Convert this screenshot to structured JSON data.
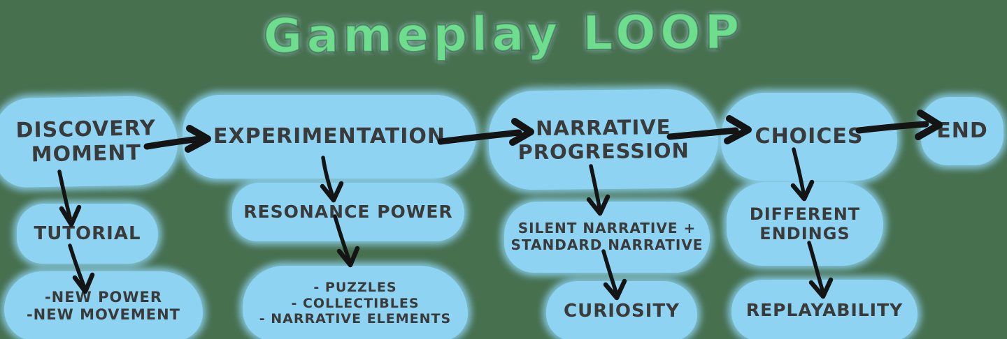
{
  "title": "Gameplay LOOP",
  "colors": {
    "background": "#47704F",
    "node_fill": "#8ED4F2",
    "node_text": "#3A3A3A",
    "title_fill": "#6EDE8E",
    "arrow": "#141414"
  },
  "nodes": {
    "discovery_moment": {
      "label": "DISCOVERY\nMOMENT"
    },
    "experimentation": {
      "label": "EXPERIMENTATION"
    },
    "narrative_progression": {
      "label": "NARRATIVE\nPROGRESSION"
    },
    "choices": {
      "label": "CHOICES"
    },
    "end": {
      "label": "END"
    },
    "tutorial": {
      "label": "TUTORIAL"
    },
    "new_power": {
      "label": "-NEW POWER\n-NEW MOVEMENT"
    },
    "resonance_power": {
      "label": "RESONANCE POWER"
    },
    "mechanics_list": {
      "label": "- PUZZLES\n- COLLECTIBLES\n- NARRATIVE ELEMENTS"
    },
    "narrative_types": {
      "label": "SILENT NARRATIVE +\nSTANDARD NARRATIVE"
    },
    "curiosity": {
      "label": "CURIOSITY"
    },
    "different_endings": {
      "label": "DIFFERENT\nENDINGS"
    },
    "replayability": {
      "label": "REPLAYABILITY"
    }
  },
  "edges": [
    {
      "from": "discovery_moment",
      "to": "experimentation"
    },
    {
      "from": "experimentation",
      "to": "narrative_progression"
    },
    {
      "from": "narrative_progression",
      "to": "choices"
    },
    {
      "from": "choices",
      "to": "end"
    },
    {
      "from": "discovery_moment",
      "to": "tutorial"
    },
    {
      "from": "tutorial",
      "to": "new_power"
    },
    {
      "from": "experimentation",
      "to": "resonance_power"
    },
    {
      "from": "resonance_power",
      "to": "mechanics_list"
    },
    {
      "from": "narrative_progression",
      "to": "narrative_types"
    },
    {
      "from": "narrative_types",
      "to": "curiosity"
    },
    {
      "from": "choices",
      "to": "different_endings"
    },
    {
      "from": "different_endings",
      "to": "replayability"
    }
  ]
}
